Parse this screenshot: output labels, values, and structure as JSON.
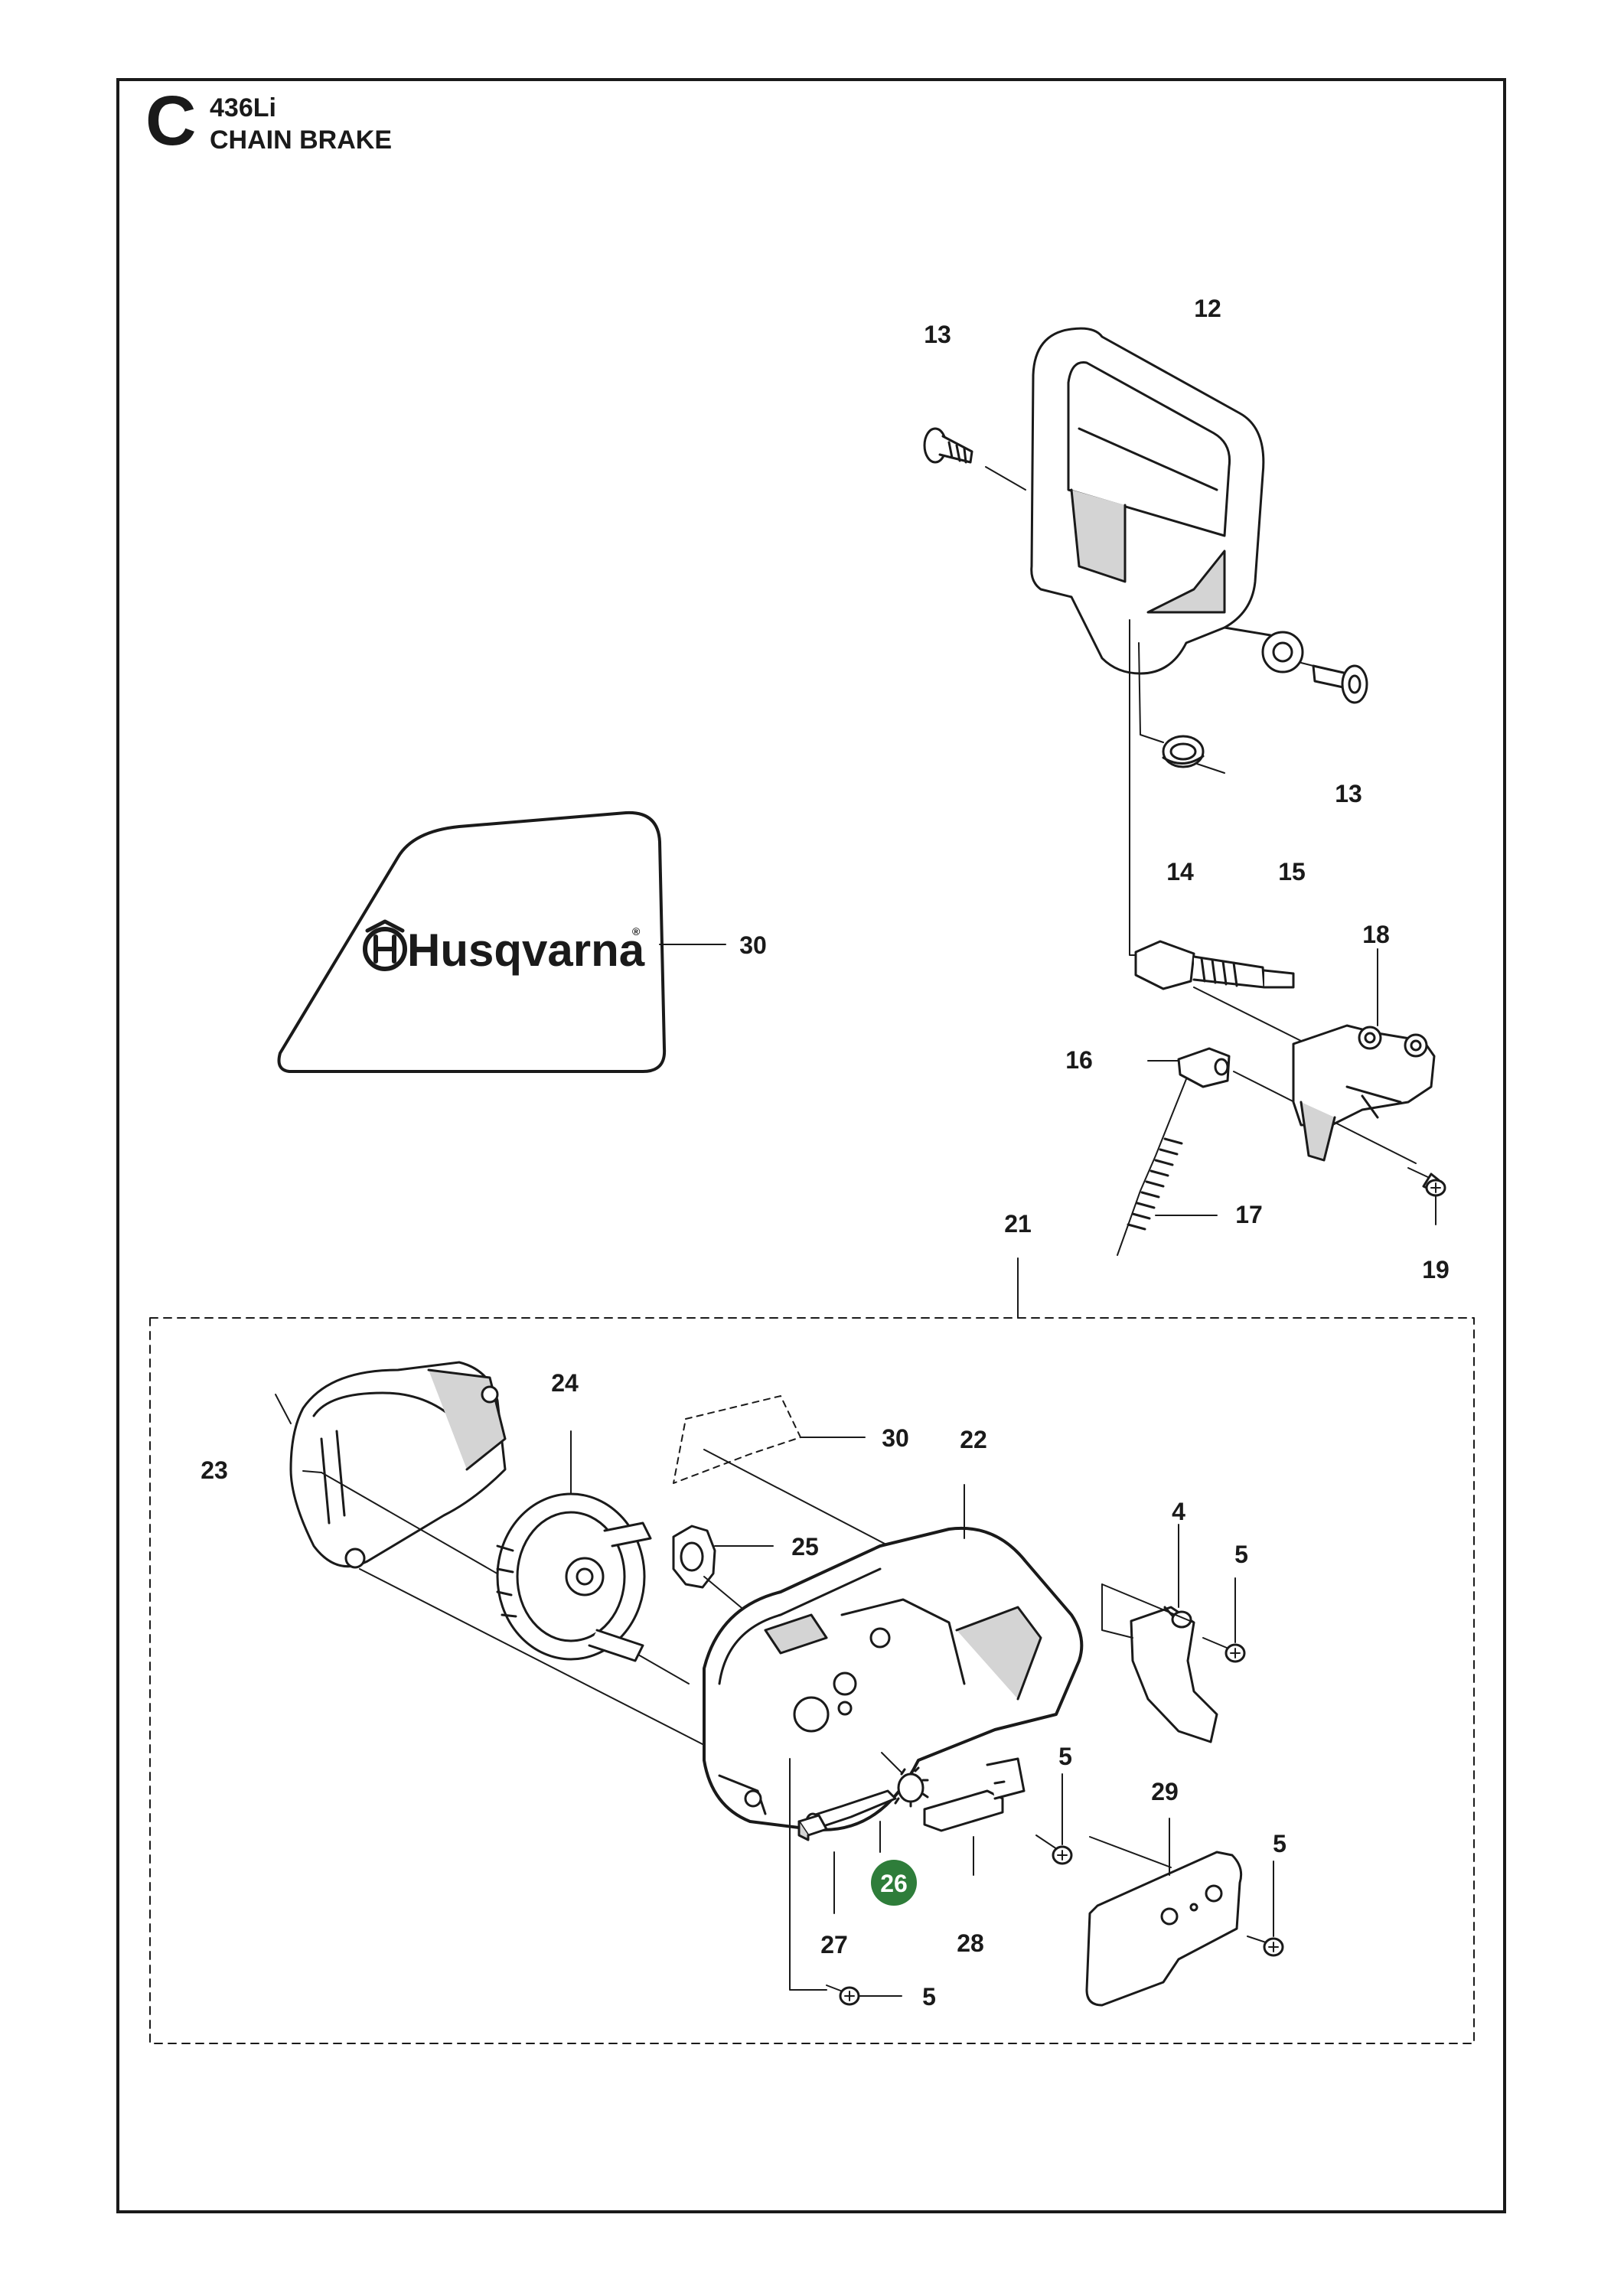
{
  "header": {
    "section_letter": "C",
    "model": "436Li",
    "title": "CHAIN BRAKE"
  },
  "decal": {
    "brand_text": "Husqvarna",
    "registered_mark": "®"
  },
  "callouts": {
    "c12": "12",
    "c13a": "13",
    "c13b": "13",
    "c14": "14",
    "c15": "15",
    "c16": "16",
    "c17": "17",
    "c18": "18",
    "c19": "19",
    "c21": "21",
    "c22": "22",
    "c23": "23",
    "c24": "24",
    "c25": "25",
    "c26": "26",
    "c27": "27",
    "c28": "28",
    "c29": "29",
    "c30a": "30",
    "c30b": "30",
    "c4": "4",
    "c5a": "5",
    "c5b": "5",
    "c5c": "5",
    "c5d": "5"
  },
  "colors": {
    "line": "#1a1a1a",
    "highlight_fill": "#2e7d3a",
    "highlight_text": "#ffffff",
    "part_fill": "#ffffff",
    "shade": "#d4d4d4"
  }
}
